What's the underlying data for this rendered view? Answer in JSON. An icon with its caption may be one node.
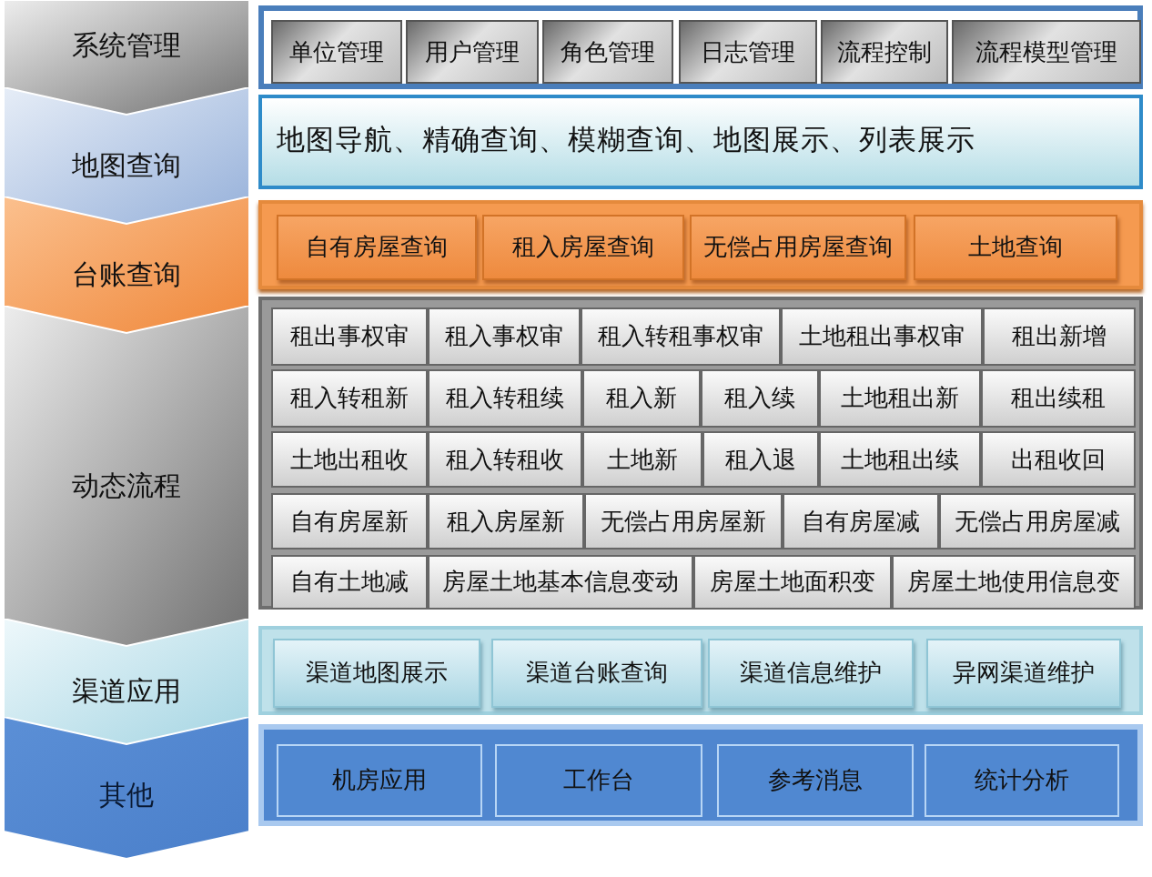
{
  "diagram": {
    "nodes": [
      {
        "text": [
          "系统管理"
        ]
      },
      {
        "text": [],
        "shape": "box"
      },
      {
        "text": [
          "单位管理"
        ],
        "in": 1
      },
      {
        "text": [
          "用户管理"
        ],
        "in": 1
      },
      {
        "text": [
          "角色管理"
        ],
        "in": 1
      },
      {
        "text": [
          "日志管理"
        ],
        "in": 1
      },
      {
        "text": [
          "流程控制"
        ],
        "in": 1
      },
      {
        "text": [
          "流程模型管理"
        ],
        "in": 1
      },
      {
        "text": [
          "地图查询"
        ]
      },
      {
        "text": [
          "地图导航、精确查询、模糊查询、地图展示、列表展示"
        ]
      },
      {
        "text": [
          "台账查询"
        ]
      },
      {
        "text": [],
        "shape": "box"
      },
      {
        "text": [
          "自有房屋查询"
        ],
        "in": 11
      },
      {
        "text": [
          "租入房屋查询"
        ],
        "in": 11
      },
      {
        "text": [
          "无偿占用房屋查询"
        ],
        "in": 11
      },
      {
        "text": [
          "土地查询"
        ],
        "in": 11
      },
      {
        "text": [
          "动态流程"
        ]
      },
      {
        "text": [],
        "shape": "box"
      },
      {
        "text": [
          "租出事权审"
        ],
        "in": 17
      },
      {
        "text": [
          "租入事权审"
        ],
        "in": 17
      },
      {
        "text": [
          "租入转租事权审"
        ],
        "in": 17
      },
      {
        "text": [
          "土地租出事权审"
        ],
        "in": 17
      },
      {
        "text": [
          "租出新增"
        ],
        "in": 17
      },
      {
        "text": [
          "租入转租新"
        ],
        "in": 17
      },
      {
        "text": [
          "租入转租续"
        ],
        "in": 17
      },
      {
        "text": [
          "租入新"
        ],
        "in": 17
      },
      {
        "text": [
          "租入续"
        ],
        "in": 17
      },
      {
        "text": [
          "土地租出新"
        ],
        "in": 17
      },
      {
        "text": [
          "租出续租"
        ],
        "in": 17
      },
      {
        "text": [
          "土地出租收"
        ],
        "in": 17
      },
      {
        "text": [
          "租入转租收"
        ],
        "in": 17
      },
      {
        "text": [
          "土地新"
        ],
        "in": 17
      },
      {
        "text": [
          "租入退"
        ],
        "in": 17
      },
      {
        "text": [
          "土地租出续"
        ],
        "in": 17
      },
      {
        "text": [
          "出租收回"
        ],
        "in": 17
      },
      {
        "text": [
          "自有房屋新"
        ],
        "in": 17
      },
      {
        "text": [
          "租入房屋新"
        ],
        "in": 17
      },
      {
        "text": [
          "无偿占用房屋新"
        ],
        "in": 17
      },
      {
        "text": [
          "自有房屋减"
        ],
        "in": 17
      },
      {
        "text": [
          "无偿占用房屋减"
        ],
        "in": 17
      },
      {
        "text": [
          "自有土地减"
        ],
        "in": 17
      },
      {
        "text": [
          "房屋土地基本信息变动"
        ],
        "in": 17
      },
      {
        "text": [
          "房屋土地面积变"
        ],
        "in": 17
      },
      {
        "text": [
          "房屋土地使用信息变"
        ],
        "in": 17
      },
      {
        "text": [
          "渠道应用"
        ]
      },
      {
        "text": [],
        "shape": "box"
      },
      {
        "text": [
          "渠道地图展示"
        ],
        "in": 45
      },
      {
        "text": [
          "渠道台账查询"
        ],
        "in": 45
      },
      {
        "text": [
          "渠道信息维护"
        ],
        "in": 45
      },
      {
        "text": [
          "异网渠道维护"
        ],
        "in": 45
      },
      {
        "text": [
          "其他"
        ]
      },
      {
        "text": [],
        "shape": "box"
      },
      {
        "text": [
          "机房应用"
        ],
        "in": 51
      },
      {
        "text": [
          "工作台"
        ],
        "in": 51
      },
      {
        "text": [
          "参考消息"
        ],
        "in": 51
      },
      {
        "text": [
          "统计分析"
        ],
        "in": 51
      }
    ]
  }
}
